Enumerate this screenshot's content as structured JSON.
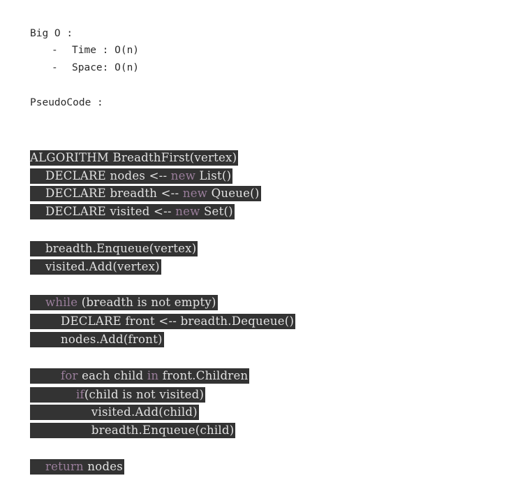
{
  "big_o": {
    "heading": "Big O :",
    "items": [
      {
        "bullet": "-",
        "text": "Time : O(n)"
      },
      {
        "bullet": "-",
        "text": "Space: O(n)"
      }
    ]
  },
  "pseudocode": {
    "heading": "PseudoCode :",
    "lines": [
      [
        {
          "t": "ALGORITHM BreadthFirst(vertex)"
        }
      ],
      [
        {
          "t": "    DECLARE nodes <-- "
        },
        {
          "t": "new",
          "kw": true
        },
        {
          "t": " List()"
        }
      ],
      [
        {
          "t": "    DECLARE breadth <-- "
        },
        {
          "t": "new",
          "kw": true
        },
        {
          "t": " Queue()"
        }
      ],
      [
        {
          "t": "    DECLARE visited <-- "
        },
        {
          "t": "new",
          "kw": true
        },
        {
          "t": " Set()"
        }
      ],
      [
        {
          "t": "    breadth.Enqueue(vertex)"
        }
      ],
      [
        {
          "t": "    visited.Add(vertex)"
        }
      ],
      [
        {
          "t": "    "
        },
        {
          "t": "while",
          "kw": true
        },
        {
          "t": " (breadth is not empty)"
        }
      ],
      [
        {
          "t": "        DECLARE front <-- breadth.Dequeue()"
        }
      ],
      [
        {
          "t": "        nodes.Add(front)"
        }
      ],
      [
        {
          "t": "        "
        },
        {
          "t": "for",
          "kw": true
        },
        {
          "t": " each child "
        },
        {
          "t": "in",
          "kw": true
        },
        {
          "t": " front.Children"
        }
      ],
      [
        {
          "t": "            "
        },
        {
          "t": "if",
          "kw": true
        },
        {
          "t": "(child is not visited)"
        }
      ],
      [
        {
          "t": "                visited.Add(child)"
        }
      ],
      [
        {
          "t": "                breadth.Enqueue(child)"
        }
      ],
      [
        {
          "t": "    "
        },
        {
          "t": "return",
          "kw": true
        },
        {
          "t": " nodes"
        }
      ]
    ]
  }
}
